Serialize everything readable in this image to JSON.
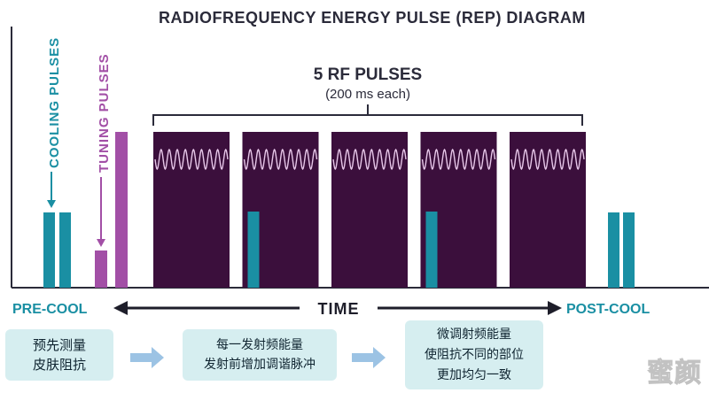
{
  "diagram": {
    "title": "RADIOFREQUENCY ENERGY PULSE (REP) DIAGRAM",
    "pulses_label": "5 RF PULSES",
    "pulses_sublabel": "(200 ms each)",
    "cooling_label": "COOLING PULSES",
    "tuning_label": "TUNING PULSES",
    "pre_cool_label": "PRE-COOL",
    "time_label": "TIME",
    "post_cool_label": "POST-COOL",
    "pulse_count": 5,
    "colors": {
      "teal": "#1a8fa3",
      "purple": "#a24fa6",
      "dark_purple": "#3b0f3c",
      "axis": "#2b2b3a",
      "wave": "#e6c6e8"
    }
  },
  "steps": [
    {
      "lines": [
        "预先测量",
        "皮肤阻抗"
      ]
    },
    {
      "lines": [
        "每一发射频能量",
        "发射前增加调谐脉冲"
      ]
    },
    {
      "lines": [
        "微调射频能量",
        "使阻抗不同的部位",
        "更加均匀一致"
      ]
    }
  ],
  "watermark": "蜜颜"
}
